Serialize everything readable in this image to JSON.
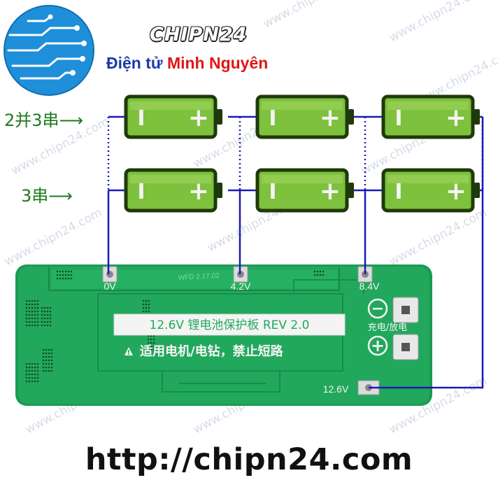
{
  "header": {
    "brand_name": "CHIPN24",
    "tagline_part1": "Điện tử",
    "tagline_part2": "Minh Nguyên"
  },
  "diagram": {
    "row1_label": "2并3串",
    "row2_label": "3串",
    "arrow_glyph": "⟶",
    "battery_minus_symbol": "I",
    "battery_plus_symbol": "+"
  },
  "board": {
    "pad_0v": "0V",
    "pad_4_2v": "4.2V",
    "pad_8_4v": "8.4V",
    "pad_12_6v": "12.6V",
    "silk_code": "WFD 2.17.02",
    "title": "12.6V 锂电池保护板 REV 2.0",
    "warning": "适用电机/电钻，禁止短路",
    "charge_discharge": "充电/放电",
    "minus_symbol": "−",
    "plus_symbol": "+"
  },
  "footer": {
    "url": "http://chipn24.com"
  },
  "watermark": {
    "text": "www.chipn24.com"
  },
  "colors": {
    "battery_fill": "#7dc13d",
    "battery_border": "#1f3a0a",
    "wire": "#1a1ab8",
    "pcb": "#1fa55a",
    "label_green": "#1e7a1e",
    "tag_blue": "#1a3aa8",
    "tag_red": "#e01616",
    "logo_blue": "#1e8fd8"
  }
}
